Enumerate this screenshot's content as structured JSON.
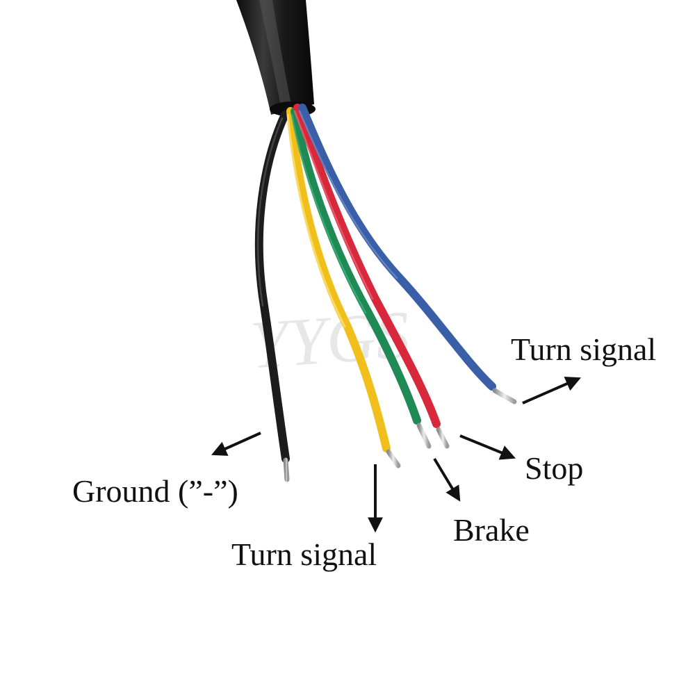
{
  "watermark": "YYGS",
  "labels": {
    "turn_signal_right": "Turn signal",
    "stop": "Stop",
    "brake": "Brake",
    "ground": "Ground (”-”)",
    "turn_signal_left": "Turn signal"
  },
  "colors": {
    "cable_jacket": "#1a1a1a",
    "wire_black": "#222222",
    "wire_yellow": "#f1bf1c",
    "wire_green": "#1f8a55",
    "wire_red": "#d8283c",
    "wire_blue": "#3a5fa8",
    "conductor": "#c9c9c9",
    "arrow": "#111111"
  }
}
